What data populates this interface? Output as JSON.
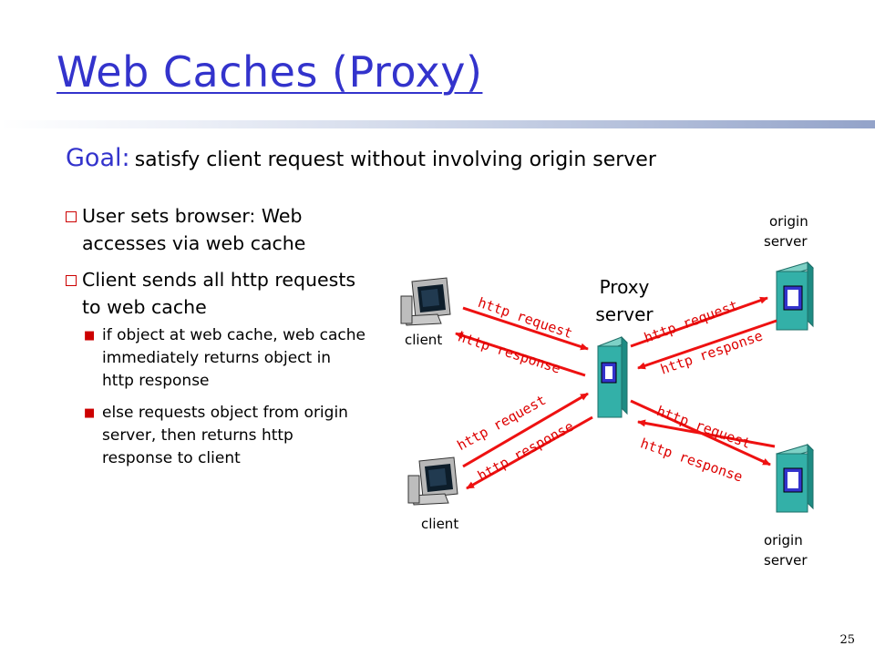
{
  "slide": {
    "title": "Web Caches (Proxy)",
    "goal_label": "Goal:",
    "goal_text": "satisfy client request without involving origin server",
    "page_number": "25"
  },
  "bullets": [
    {
      "text": "User sets browser: Web accesses via web cache"
    },
    {
      "text": "Client sends all http requests to  web cache"
    }
  ],
  "sub_bullets": [
    {
      "text": "if object at web cache, web cache immediately returns object in http response"
    },
    {
      "text": "else requests object from origin server, then returns http response to client"
    }
  ],
  "diagram": {
    "proxy_label_line1": "Proxy",
    "proxy_label_line2": "server",
    "client_label": "client",
    "origin_label_line1": "origin",
    "origin_label_line2": "server",
    "http_request": "http request",
    "http_response": "http response",
    "arrow_color": "#ee1111",
    "server_color": "#33b0a8",
    "server_window_color": "#3333cc"
  }
}
